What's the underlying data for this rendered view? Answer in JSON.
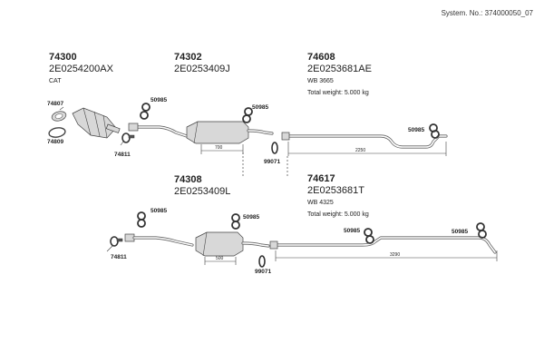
{
  "header": {
    "system_no": "System. No.: 374000050_07"
  },
  "groups": {
    "g74300": {
      "number": "74300",
      "code": "2E0254200AX",
      "note": "CAT"
    },
    "g74302": {
      "number": "74302",
      "code": "2E0253409J"
    },
    "g74608": {
      "number": "74608",
      "code": "2E0253681AE",
      "wb": "WB 3665",
      "weight": "Total weight: 5.000 kg"
    },
    "g74308": {
      "number": "74308",
      "code": "2E0253409L"
    },
    "g74617": {
      "number": "74617",
      "code": "2E0253681T",
      "wb": "WB 4325",
      "weight": "Total weight: 5.000 kg"
    }
  },
  "labels": {
    "l74807": "74807",
    "l74809": "74809",
    "l74811_top": "74811",
    "l50985_a": "50985",
    "l50985_b": "50985",
    "l50985_c": "50985",
    "l99071_top": "99071",
    "l74811_bot": "74811",
    "l50985_d": "50985",
    "l50985_e": "50985",
    "l50985_f": "50985",
    "l50985_g": "50985",
    "l99071_bot": "99071"
  },
  "dimensions": {
    "d700": "700",
    "d2250": "2250",
    "d500": "500",
    "d3290": "3290"
  }
}
